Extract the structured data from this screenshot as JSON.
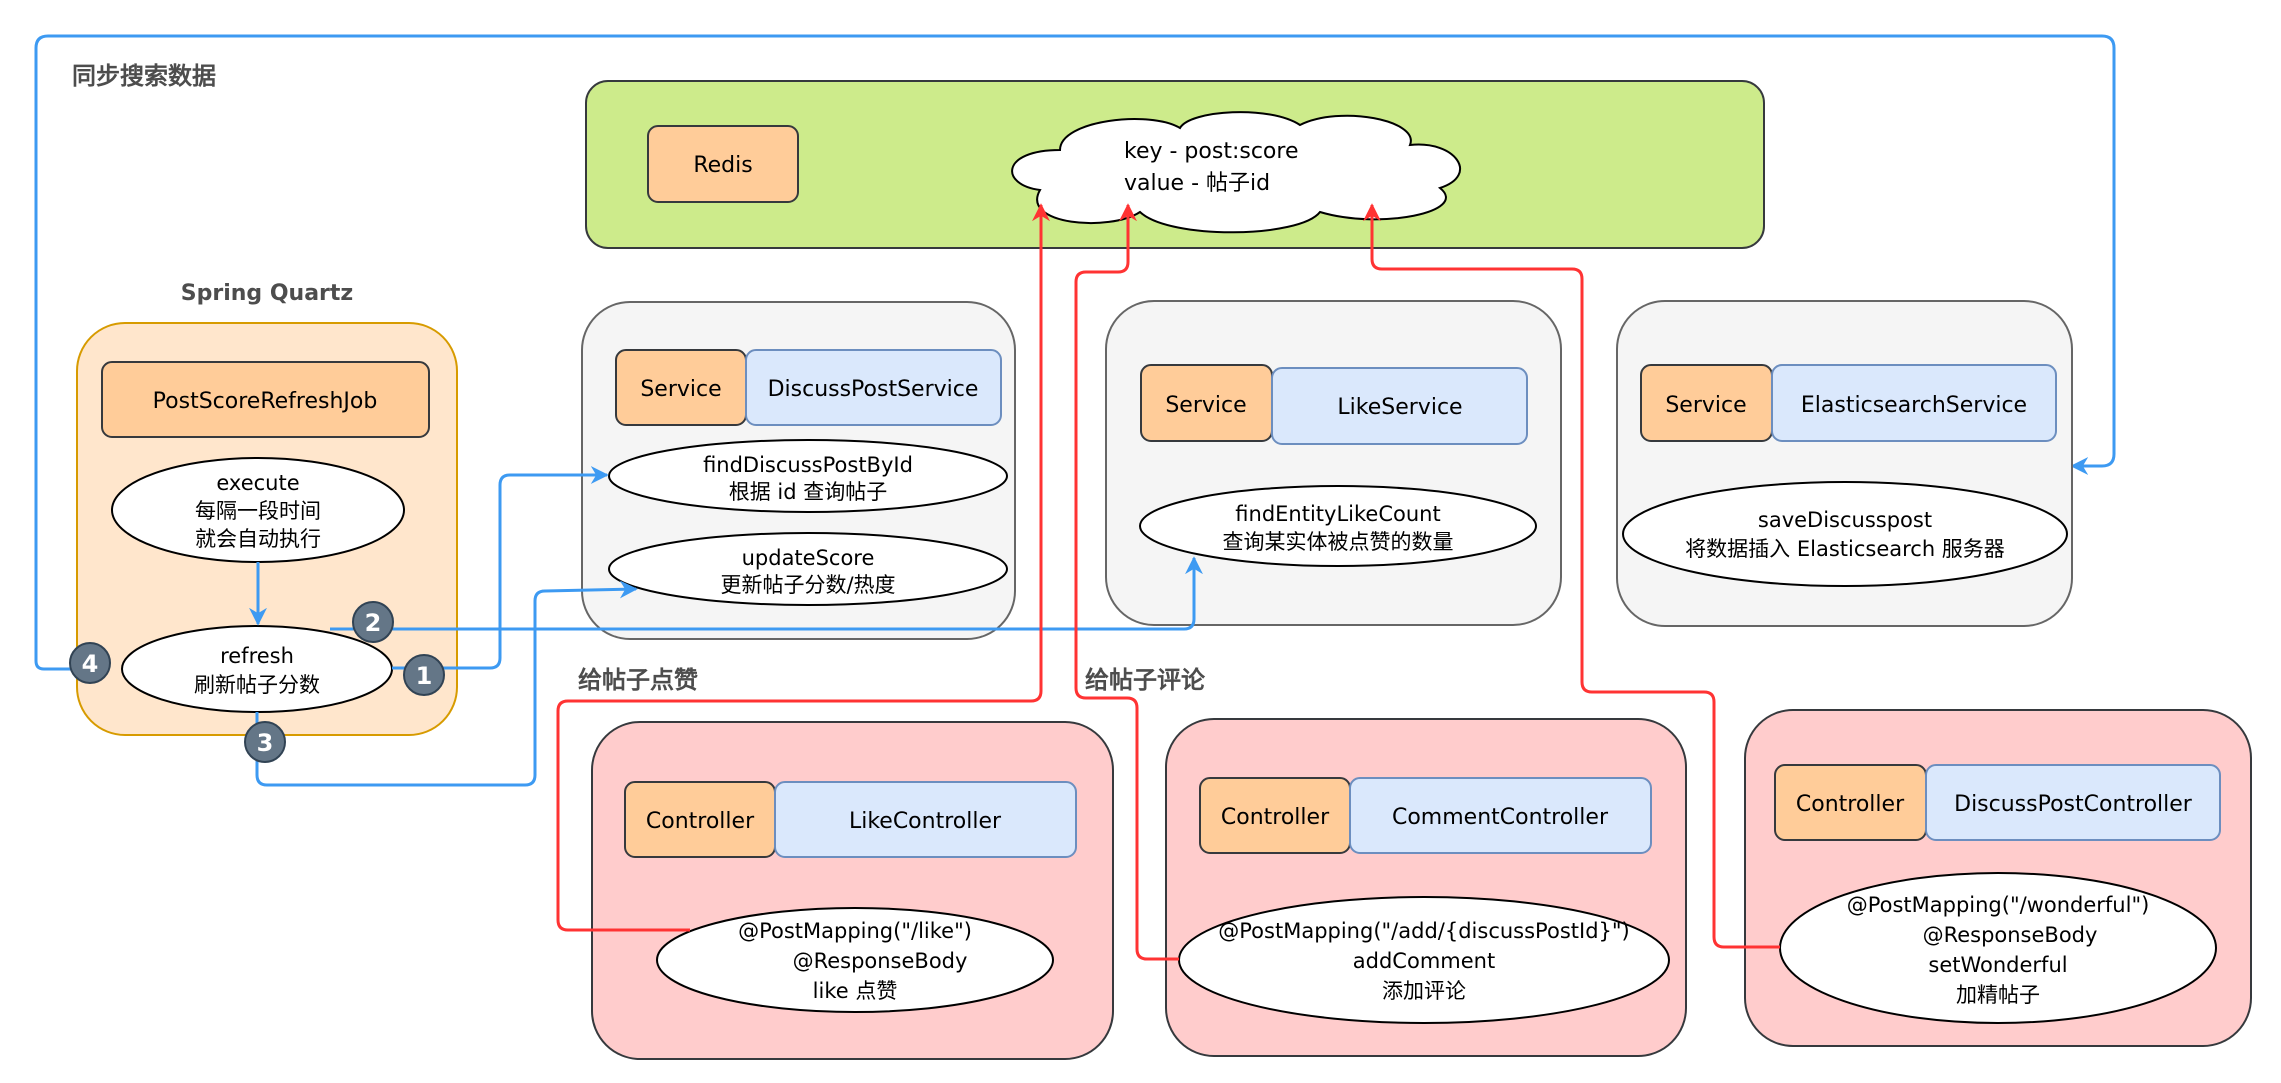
{
  "frame": {
    "title": "同步搜索数据",
    "colors": {
      "blue_arrow": "#3d9af2",
      "red_arrow": "#ff3333"
    }
  },
  "redis": {
    "label": "Redis",
    "cloud_lines": [
      "key - post:score",
      "value - 帖子id"
    ],
    "colors": {
      "container": "#cdeb8b",
      "tag": "#ffcc99"
    }
  },
  "quartz": {
    "title": "Spring Quartz",
    "job": "PostScoreRefreshJob",
    "execute": [
      "execute",
      "每隔一段时间",
      "就会自动执行"
    ],
    "refresh": [
      "refresh",
      "刷新帖子分数"
    ],
    "badges": [
      "1",
      "2",
      "3",
      "4"
    ],
    "colors": {
      "container": "#ffe6cc",
      "border": "#d79b00",
      "badge": "#647687"
    }
  },
  "services": [
    {
      "tag": "Service",
      "name": "DiscussPostService",
      "methods": [
        [
          "findDiscussPostById",
          "根据 id 查询帖子"
        ],
        [
          "updateScore",
          "更新帖子分数/热度"
        ]
      ]
    },
    {
      "tag": "Service",
      "name": "LikeService",
      "methods": [
        [
          "findEntityLikeCount",
          "查询某实体被点赞的数量"
        ]
      ]
    },
    {
      "tag": "Service",
      "name": "ElasticsearchService",
      "methods": [
        [
          "saveDiscusspost",
          "将数据插入 Elasticsearch 服务器"
        ]
      ]
    }
  ],
  "controllers": [
    {
      "section_label": "给帖子点赞",
      "tag": "Controller",
      "name": "LikeController",
      "method": [
        "@PostMapping(\"/like\")",
        "@ResponseBody",
        "like 点赞"
      ]
    },
    {
      "section_label": "给帖子评论",
      "tag": "Controller",
      "name": "CommentController",
      "method": [
        "@PostMapping(\"/add/{discussPostId}\")",
        "addComment",
        "添加评论"
      ]
    },
    {
      "section_label": "",
      "tag": "Controller",
      "name": "DiscussPostController",
      "method": [
        "@PostMapping(\"/wonderful\")",
        "@ResponseBody",
        "setWonderful",
        "加精帖子"
      ]
    }
  ],
  "palette": {
    "panel_gray": "#f5f5f5",
    "panel_pink": "#ffcccc",
    "tag_orange": "#ffcc99",
    "tag_blue": "#dae8fc",
    "tag_blue_border": "#6c8ebf"
  }
}
